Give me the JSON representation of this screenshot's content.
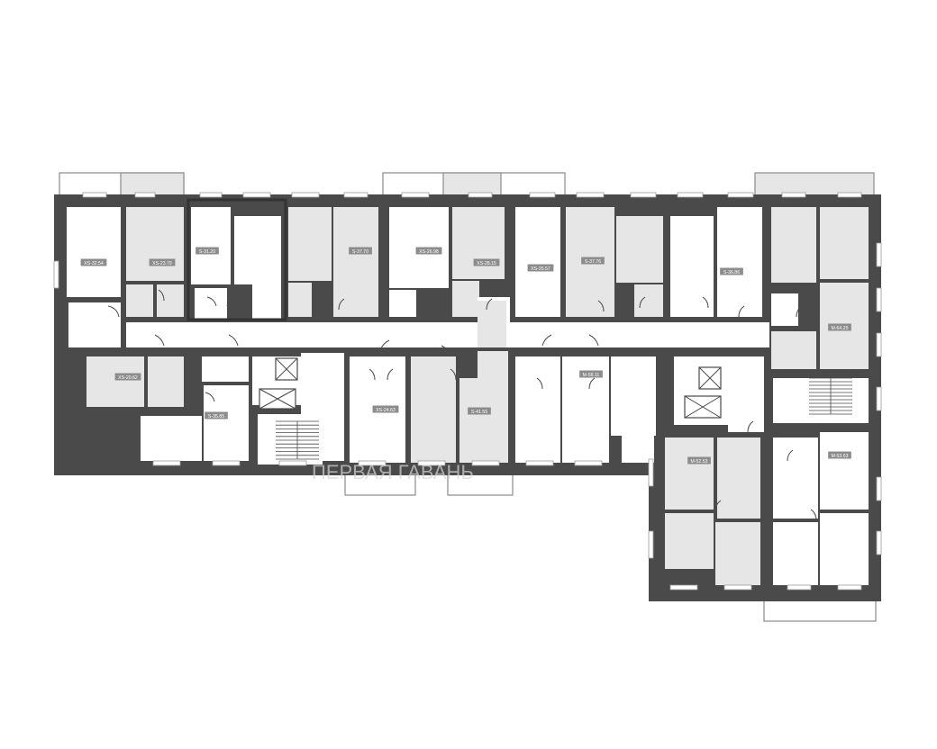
{
  "plan": {
    "apartments": [
      {
        "label": "XS-32.54",
        "shaded": false
      },
      {
        "label": "XS-23.79",
        "shaded": true
      },
      {
        "label": "S-31.20",
        "shaded": false,
        "selected": true
      },
      {
        "label": "S-37.70",
        "shaded": true
      },
      {
        "label": "XS-26.98",
        "shaded": false
      },
      {
        "label": "XS-28.15",
        "shaded": true
      },
      {
        "label": "XS-25.57",
        "shaded": false
      },
      {
        "label": "S-37.76",
        "shaded": true
      },
      {
        "label": "S-36.86",
        "shaded": false
      },
      {
        "label": "M-64.25",
        "shaded": true
      },
      {
        "label": "XS-20.62",
        "shaded": true
      },
      {
        "label": "S-35.85",
        "shaded": false
      },
      {
        "label": "XS-24.63",
        "shaded": false
      },
      {
        "label": "S-41.55",
        "shaded": true
      },
      {
        "label": "M-58.11",
        "shaded": false
      },
      {
        "label": "M-52.53",
        "shaded": true
      },
      {
        "label": "M-53.63",
        "shaded": false
      }
    ],
    "watermark": "ПЕРВАЯ ГАВАНЬ"
  }
}
